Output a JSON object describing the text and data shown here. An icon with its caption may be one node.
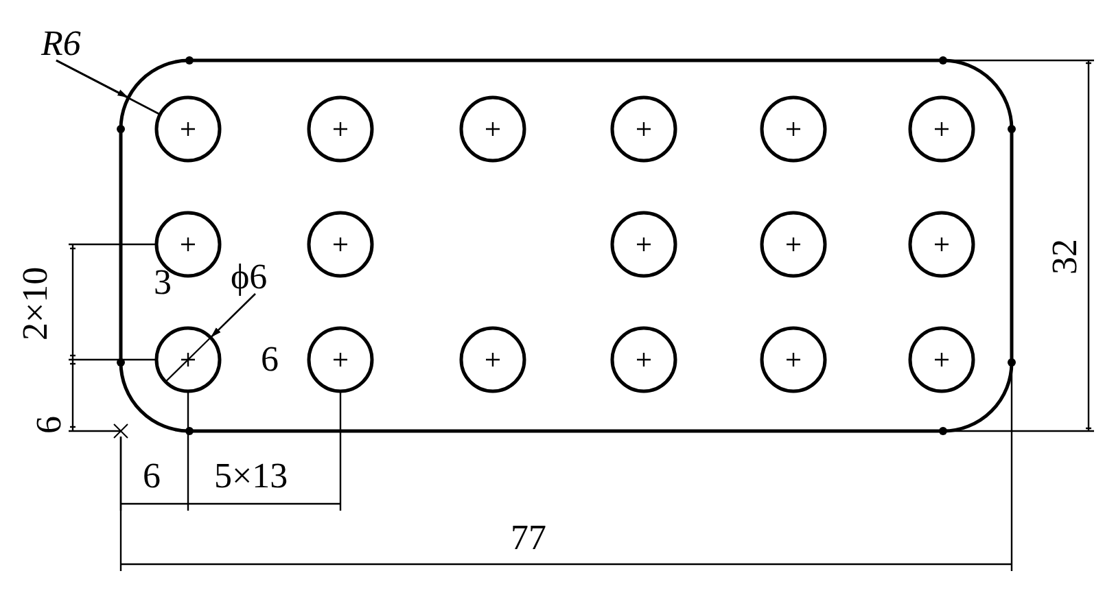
{
  "diagram": {
    "nodes": [
      {
        "text": [
          "R6"
        ]
      },
      {
        "text": [],
        "shape": "box"
      },
      {
        "text": [
          "ϕ6"
        ],
        "in": 1
      },
      {
        "text": [],
        "shape": "circle",
        "in": 1
      },
      {
        "text": [],
        "shape": "circle",
        "in": 1
      },
      {
        "text": [],
        "shape": "circle",
        "in": 1
      },
      {
        "text": [],
        "shape": "circle",
        "in": 1
      },
      {
        "text": [],
        "shape": "circle",
        "in": 1
      },
      {
        "text": [],
        "shape": "circle",
        "in": 1
      },
      {
        "text": [],
        "shape": "circle",
        "in": 1
      },
      {
        "text": [],
        "shape": "circle",
        "in": 1
      },
      {
        "text": [],
        "shape": "circle",
        "in": 1
      },
      {
        "text": [],
        "shape": "circle",
        "in": 1
      },
      {
        "text": [],
        "shape": "circle",
        "in": 1
      },
      {
        "text": [],
        "shape": "circle",
        "in": 1
      },
      {
        "text": [],
        "shape": "circle",
        "in": 1
      },
      {
        "text": [],
        "shape": "circle",
        "in": 1
      },
      {
        "text": [],
        "shape": "circle",
        "in": 1
      },
      {
        "text": [],
        "shape": "circle",
        "in": 1
      },
      {
        "text": [],
        "shape": "circle",
        "in": 1
      }
    ],
    "edges": [
      {
        "from": 0,
        "to": 1,
        "arrow": "to"
      },
      {
        "from": 2,
        "to": 14,
        "arrow": "to"
      },
      {
        "from": 0,
        "to": 3,
        "arrow": "none"
      }
    ],
    "labels": [
      "32",
      "3",
      "2×10",
      "6",
      "6",
      "6",
      "5×13",
      "77"
    ]
  }
}
